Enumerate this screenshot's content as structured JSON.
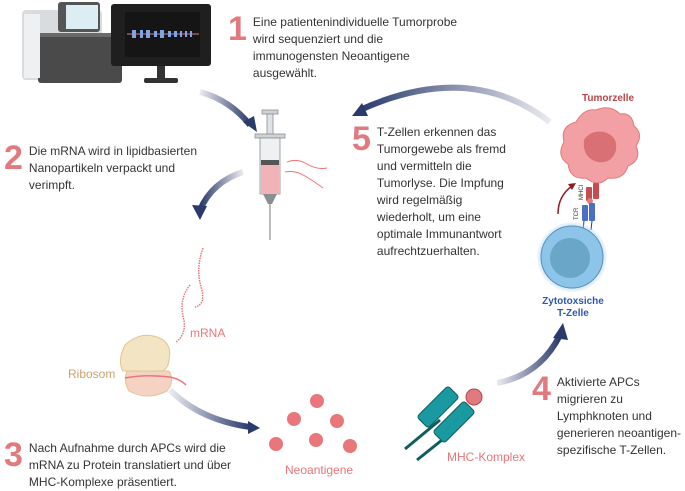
{
  "steps": [
    {
      "num": "1",
      "text": "Eine patientenindividuelle Tumorprobe wird sequenziert und die immunogensten Neoantigene ausgewählt."
    },
    {
      "num": "2",
      "text": "Die mRNA wird in lipidbasierten Nanopartikeln verpackt und verimpft."
    },
    {
      "num": "3",
      "text": "Nach Aufnahme durch APCs wird die mRNA zu Protein translatiert und über MHC-Komplexe präsentiert."
    },
    {
      "num": "4",
      "text": "Aktivierte APCs migrieren zu Lymphknoten und generieren neoantigen-spezifische T-Zellen."
    },
    {
      "num": "5",
      "text": "T-Zellen erkennen das Tumorgewebe als fremd und vermitteln die Tumorlyse. Die Impfung wird regelmäßig wiederholt, um eine optimale Immunantwort aufrechtzuerhalten."
    }
  ],
  "labels": {
    "mrna": "mRNA",
    "ribosom": "Ribosom",
    "neoantigene": "Neoantigene",
    "mhc_komplex": "MHC-Komplex",
    "tumorzelle": "Tumorzelle",
    "t_zelle_line1": "Zytotoxsiche",
    "t_zelle_line2": "T-Zelle",
    "tcr": "TCR",
    "mhci": "MHCI"
  },
  "colors": {
    "accent_number": "#e07a7e",
    "arrow": "#2a3a6b",
    "mrna": "#e8767a",
    "tumor": "#f2a0a3",
    "tcell": "#8cc4ea",
    "mhc": "#1a9aa0"
  }
}
